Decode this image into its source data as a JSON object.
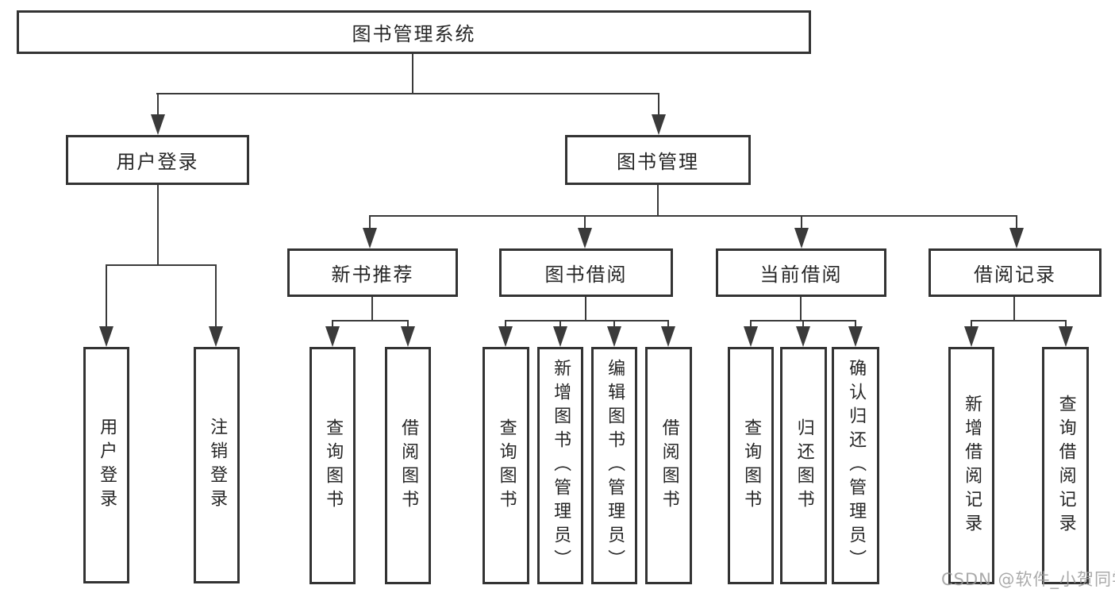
{
  "tree": {
    "root": "图书管理系统",
    "branches": [
      {
        "label": "用户登录",
        "children": [
          "用户登录",
          "注销登录"
        ]
      },
      {
        "label": "图书管理",
        "children": [
          {
            "label": "新书推荐",
            "children": [
              "查询图书",
              "借阅图书"
            ]
          },
          {
            "label": "图书借阅",
            "children": [
              "查询图书",
              "新增图书（管理员）",
              "编辑图书（管理员）",
              "借阅图书"
            ]
          },
          {
            "label": "当前借阅",
            "children": [
              "查询图书",
              "归还图书",
              "确认归还（管理员）"
            ]
          },
          {
            "label": "借阅记录",
            "children": [
              "新增借阅记录",
              "查询借阅记录"
            ]
          }
        ]
      }
    ]
  },
  "watermark": "CSDN @软件_小贺同学",
  "colors": {
    "line": "#3a3a3a",
    "box_border": "#333333",
    "text": "#262626",
    "background": "#ffffff",
    "watermark": "#9c9c9c"
  }
}
